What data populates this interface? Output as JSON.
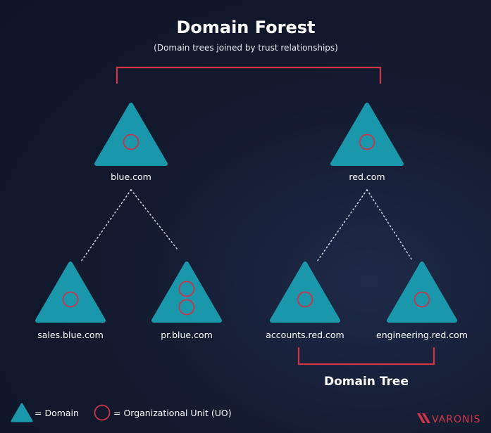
{
  "title": "Domain Forest",
  "subtitle": "(Domain trees joined by trust relationships)",
  "colors": {
    "domain": "#1a97ab",
    "ou_ring": "#c8344a",
    "bracket": "#d03448",
    "connector": "#c9ced8"
  },
  "domains": [
    {
      "label": "blue.com",
      "ou_count": 1
    },
    {
      "label": "red.com",
      "ou_count": 1
    },
    {
      "label": "sales.blue.com",
      "ou_count": 1
    },
    {
      "label": "pr.blue.com",
      "ou_count": 2
    },
    {
      "label": "accounts.red.com",
      "ou_count": 1
    },
    {
      "label": "engineering.red.com",
      "ou_count": 1
    }
  ],
  "tree_label": "Domain Tree",
  "legend": {
    "domain_label": "= Domain",
    "ou_label": "= Organizational Unit (UO)"
  },
  "brand": {
    "name": "VARONIS",
    "icon": "varonis-logo-icon"
  }
}
